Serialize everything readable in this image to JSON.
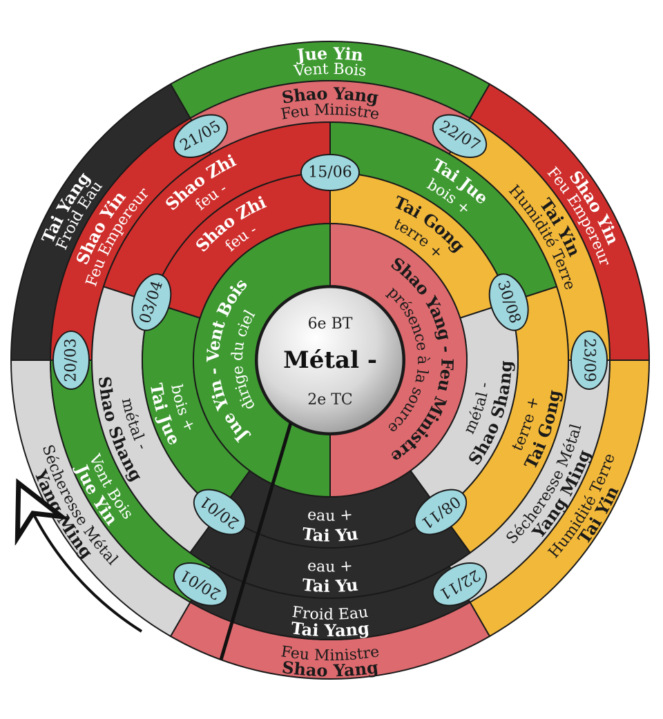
{
  "colors": {
    "green": "#3f9a32",
    "red": "#cf2f2c",
    "rose": "#dc6a6e",
    "yellow": "#f2b83a",
    "black": "#2b2b2b",
    "grey": "#d6d6d6",
    "bubble": "#9fd7df"
  },
  "center": {
    "line1": "6e BT",
    "line2": "Métal -",
    "line3": "2e TC"
  },
  "rings": [
    {
      "name": "outer",
      "segments": [
        {
          "color": "green",
          "line1": "Jue Yin",
          "line2": "Vent Bois"
        },
        {
          "color": "red",
          "line1": "Shao Yin",
          "line2": "Feu Empereur"
        },
        {
          "color": "yellow",
          "line1": "Tai Yin",
          "line2": "Humidité Terre"
        },
        {
          "color": "rose",
          "line1": "Shao Yang",
          "line2": "Feu Ministre"
        },
        {
          "color": "grey",
          "line1": "Yang Ming",
          "line2": "Sécheresse Métal"
        },
        {
          "color": "black",
          "line1": "Tai Yang",
          "line2": "Froid Eau"
        }
      ]
    },
    {
      "name": "second",
      "segments": [
        {
          "color": "rose",
          "line1": "Shao Yang",
          "line2": "Feu Ministre"
        },
        {
          "color": "yellow",
          "line1": "Tai Yin",
          "line2": "Humidité Terre"
        },
        {
          "color": "grey",
          "line1": "Yang Ming",
          "line2": "Sécheresse Métal"
        },
        {
          "color": "black",
          "line1": "Tai Yang",
          "line2": "Froid Eau"
        },
        {
          "color": "green",
          "line1": "Jue Yin",
          "line2": "Vent Bois"
        },
        {
          "color": "red",
          "line1": "Shao Yin",
          "line2": "Feu Empereur"
        }
      ]
    },
    {
      "name": "third",
      "segments": [
        {
          "color": "green",
          "line1": "Tai Jue",
          "line2": "bois +"
        },
        {
          "color": "red",
          "line1": "Shao Zhi",
          "line2": "feu -"
        },
        {
          "color": "yellow",
          "line1": "Tai Gong",
          "line2": "terre +"
        },
        {
          "color": "grey",
          "line1": "Shao Shang",
          "line2": "métal -"
        },
        {
          "color": "black",
          "line1": "Tai Yu",
          "line2": "eau +"
        }
      ]
    },
    {
      "name": "fourth",
      "segments": [
        {
          "color": "yellow",
          "line1": "Tai Gong",
          "line2": "terre +"
        },
        {
          "color": "grey",
          "line1": "Shao Shang",
          "line2": "métal -"
        },
        {
          "color": "black",
          "line1": "Tai Yu",
          "line2": "eau +"
        },
        {
          "color": "green",
          "line1": "Tai Jue",
          "line2": "bois +"
        },
        {
          "color": "red",
          "line1": "Shao Zhi",
          "line2": "feu -"
        }
      ]
    },
    {
      "name": "inner",
      "segments": [
        {
          "color": "rose",
          "line1": "Shao Yang - Feu Ministre",
          "line2": "présence à la source"
        },
        {
          "color": "green",
          "line1": "Jue Yin - Vent Bois",
          "line2": "dirige du ciel"
        }
      ]
    }
  ],
  "outer_dates": [
    "20/01",
    "22/11",
    "23/09",
    "22/07",
    "21/05",
    "20/03"
  ],
  "third_dates": [
    "20/01",
    "08/11",
    "30/08",
    "15/06",
    "03/04"
  ]
}
